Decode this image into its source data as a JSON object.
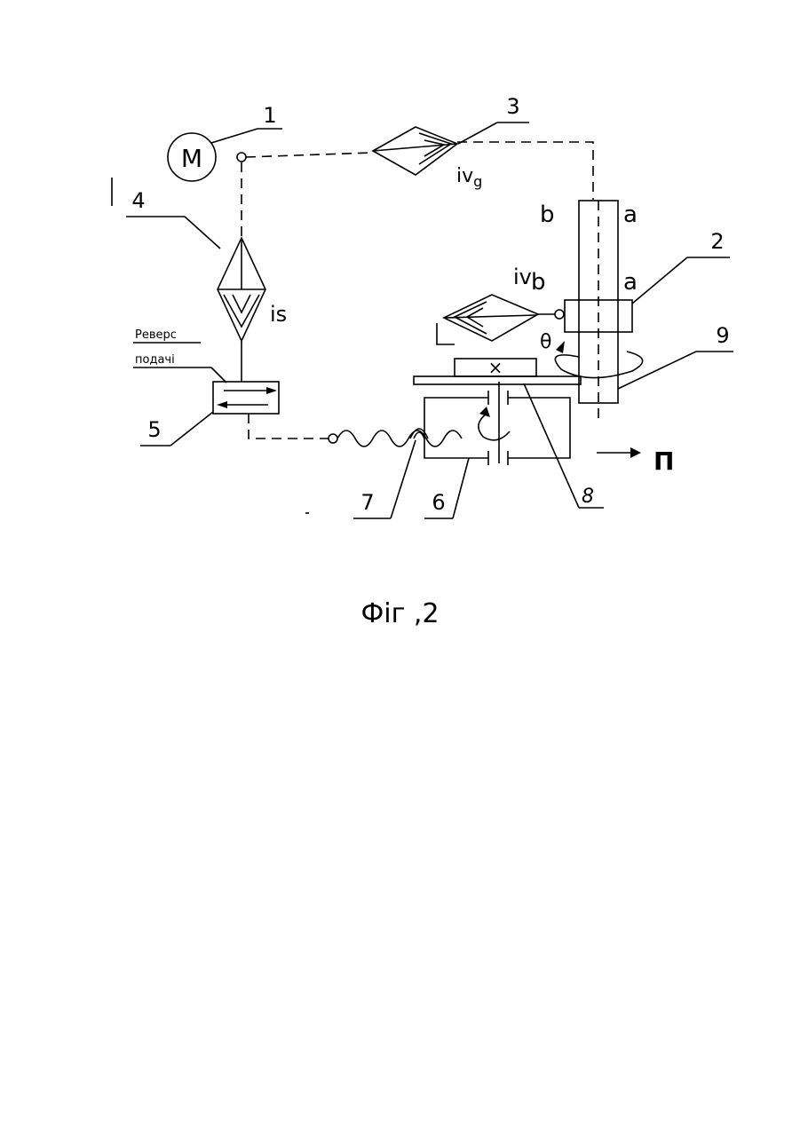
{
  "labels": {
    "n1": "1",
    "n2": "2",
    "n3": "3",
    "n4": "4",
    "n5": "5",
    "n6": "6",
    "n7": "7",
    "n8": "8",
    "n9": "9",
    "motor": "M",
    "iv_main": "i",
    "iv_main_sub": "vg",
    "iv_small": "iv",
    "is": "is",
    "reverse_line1": "Реверс",
    "reverse_line2": "подачі",
    "a_top": "a",
    "b_top": "b",
    "a_mid": "a",
    "b_mid": "b",
    "theta": "θ",
    "x_mark": "×",
    "feed": "П"
  },
  "caption": "Фіг ,2"
}
